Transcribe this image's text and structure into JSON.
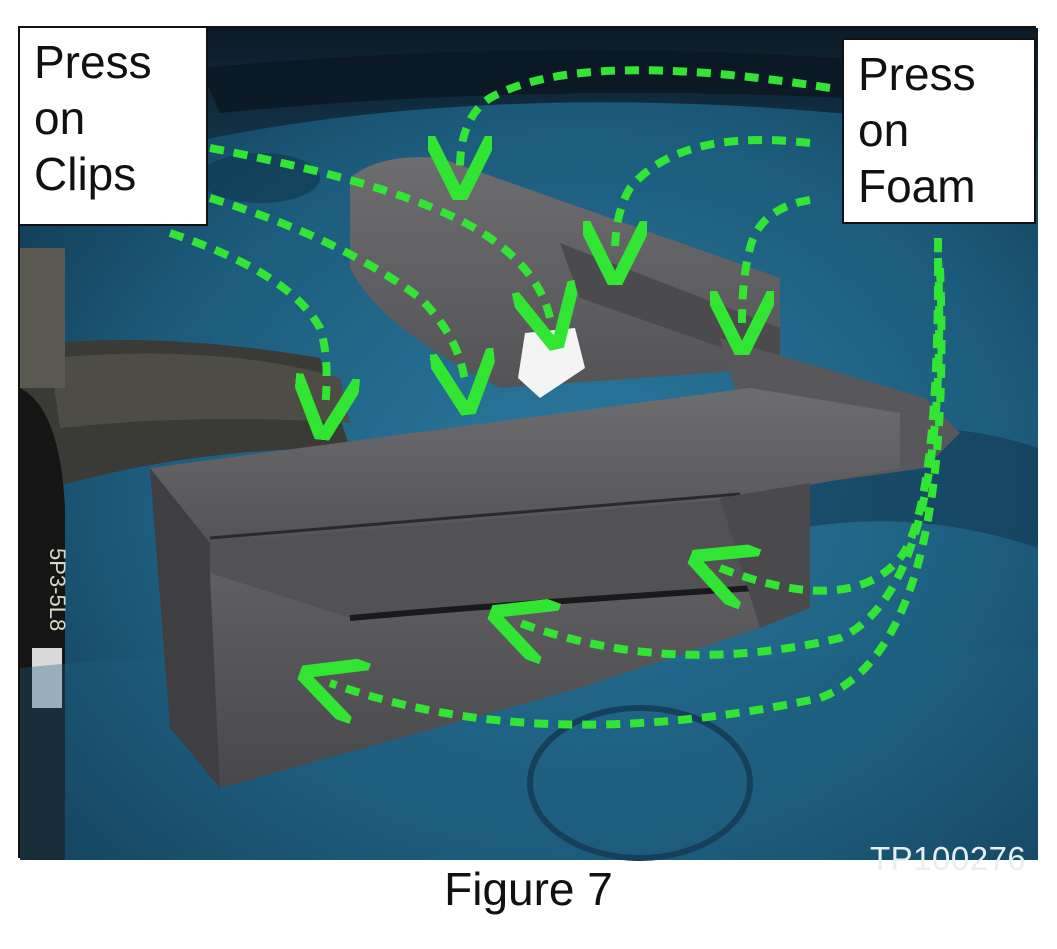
{
  "callouts": {
    "left": {
      "line1": "Press",
      "line2": "on",
      "line3": "Clips"
    },
    "right": {
      "line1": "Press",
      "line2": "on",
      "line3": "Foam"
    }
  },
  "photo": {
    "id_stamp": "TP100276",
    "hose_text": "5P3-5L8",
    "colors": {
      "body_blue": "#1e5f7e",
      "foam_gray": "#5a5a5c",
      "arrow_green": "#33e533"
    }
  },
  "caption": "Figure 7"
}
